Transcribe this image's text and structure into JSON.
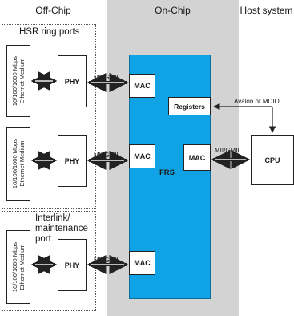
{
  "regions": {
    "off_chip": "Off-Chip",
    "on_chip": "On-Chip",
    "host_system": "Host system"
  },
  "groups": {
    "hsr_ring_ports": "HSR ring ports",
    "interlink_line1": "Interlink/",
    "interlink_line2": "maintenance",
    "interlink_line3": "port"
  },
  "medium": {
    "line1": "10/100/1000 Mbps",
    "line2": "Ethernet Medium"
  },
  "blocks": {
    "phy": "PHY",
    "mac": "MAC",
    "frs": "FRS",
    "registers": "Registers",
    "cpu": "CPU"
  },
  "links": {
    "mii_gmii": "MII/GMII",
    "avalon_or_mdio": "Avalon or MDIO"
  }
}
